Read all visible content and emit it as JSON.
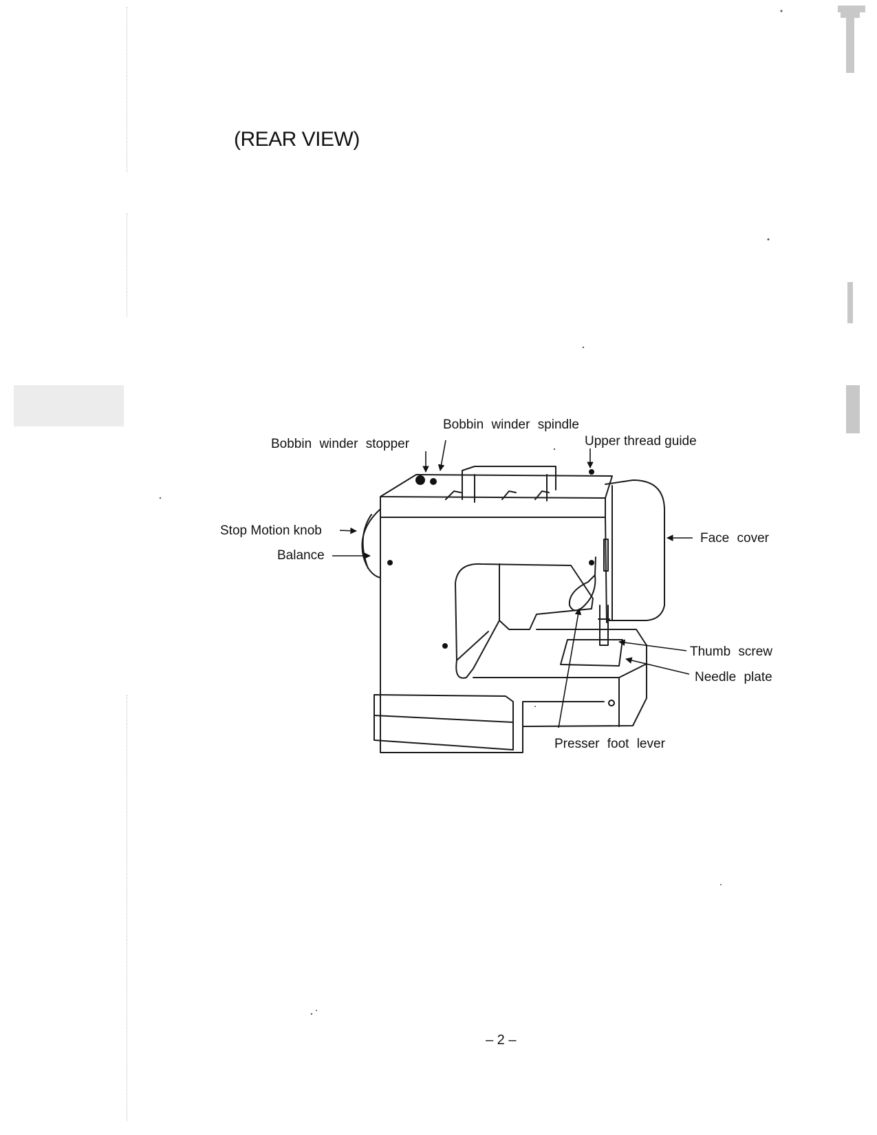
{
  "heading": "(REAR VIEW)",
  "labels": {
    "bobbin_winder_spindle": "Bobbin winder spindle",
    "bobbin_winder_stopper": "Bobbin winder stopper",
    "upper_thread_guide": "Upper thread guide",
    "stop_motion_knob": "Stop Motion knob",
    "balance": "Balance",
    "face_cover": "Face cover",
    "thumb_screw": "Thumb screw",
    "needle_plate": "Needle plate",
    "presser_foot_lever": "Presser foot lever"
  },
  "page_number": "– 2 –"
}
